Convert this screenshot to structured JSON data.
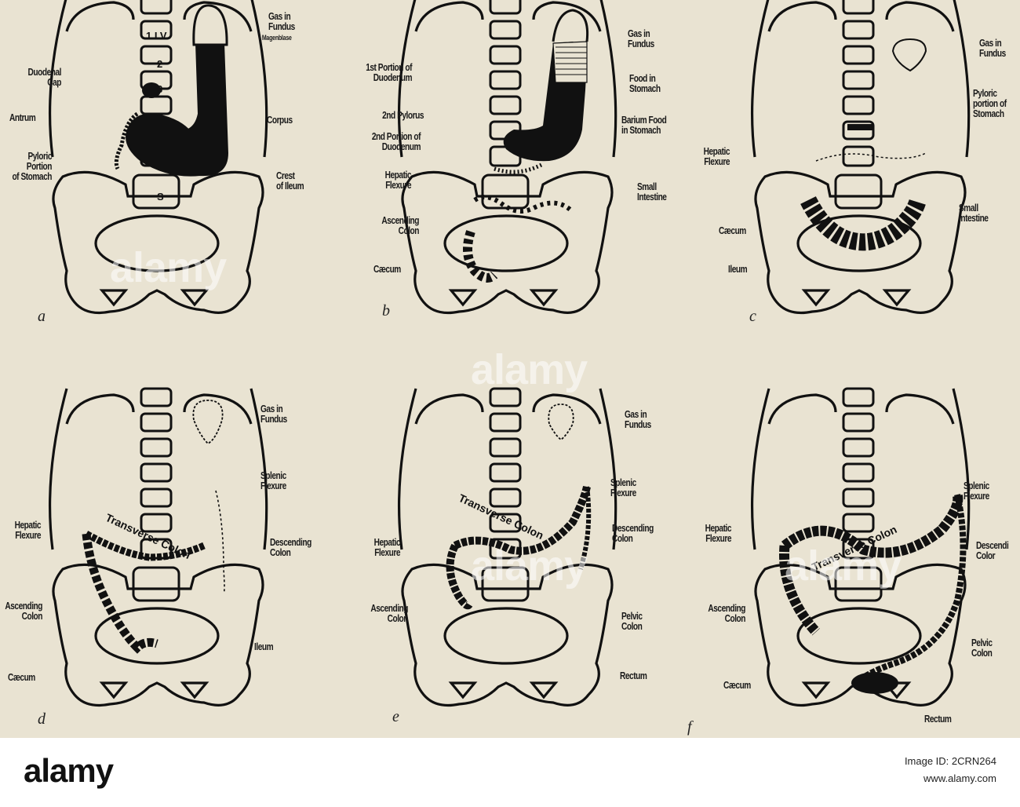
{
  "panels": [
    {
      "letter": "a"
    },
    {
      "letter": "b"
    },
    {
      "letter": "c"
    },
    {
      "letter": "d"
    },
    {
      "letter": "e"
    },
    {
      "letter": "f"
    }
  ],
  "vertebra_labels": {
    "lv1": "1 LV",
    "two": "2",
    "three": "3",
    "sacrum": "S"
  },
  "labels_a": {
    "gas_in_fundus": "Gas in\nFundus",
    "magenblase": "( Magenblase",
    "duodenal_cap": "Duodenal\nCap",
    "antrum": "Antrum",
    "corpus": "Corpus",
    "pyloric": "Pyloric\nPortion\nof Stomach",
    "crest": "Crest\nof Ileum"
  },
  "labels_b": {
    "gas_in_fundus": "Gas in\nFundus",
    "first_portion": "1st Portion of\nDuodenum",
    "food_in_stomach": "Food in\nStomach",
    "pylorus": "2nd Pylorus",
    "barium": "Barium Food\nin Stomach",
    "second_portion": "2nd Portion of\nDuodenum",
    "hepatic": "Hepatic\nFlexure",
    "small_intestine": "Small\nIntestine",
    "ascending": "Ascending\nColon",
    "caecum": "Cæcum"
  },
  "labels_c": {
    "gas_in_fundus": "Gas in\nFundus",
    "pyloric": "Pyloric\nportion of\nStomach",
    "hepatic": "Hepatic\nFlexure",
    "small_intestine": "Small\nIntestine",
    "caecum": "Cæcum",
    "ileum": "Ileum"
  },
  "labels_d": {
    "gas_in_fundus": "Gas in\nFundus",
    "splenic": "Splenic\nFlexure",
    "hepatic": "Hepatic\nFlexure",
    "descending": "Descending\nColon",
    "ascending": "Ascending\nColon",
    "ileum": "Ileum",
    "caecum": "Cæcum",
    "transverse": "Transverse Colon"
  },
  "labels_e": {
    "gas_in_fundus": "Gas in\nFundus",
    "splenic": "Splenic\nFlexure",
    "descending": "Descending\nColon",
    "hepatic": "Hepatic\nFlexure",
    "ascending": "Ascending\nColon",
    "pelvic": "Pelvic\nColon",
    "rectum": "Rectum",
    "transverse": "Transverse Colon"
  },
  "labels_f": {
    "splenic": "Splenic\nFlexure",
    "hepatic": "Hepatic\nFlexure",
    "descending": "Descendi\nColor",
    "ascending": "Ascending\nColon",
    "pelvic": "Pelvic\nColon",
    "caecum": "Cæcum",
    "rectum": "Rectum",
    "transverse": "Transverse Colon"
  },
  "watermark": "alamy",
  "footer": {
    "logo": "alamy",
    "image_id": "Image ID: 2CRN264",
    "site": "www.alamy.com"
  },
  "colors": {
    "background": "#e9e3d2",
    "ink": "#111111",
    "footer_bg": "#ffffff"
  }
}
